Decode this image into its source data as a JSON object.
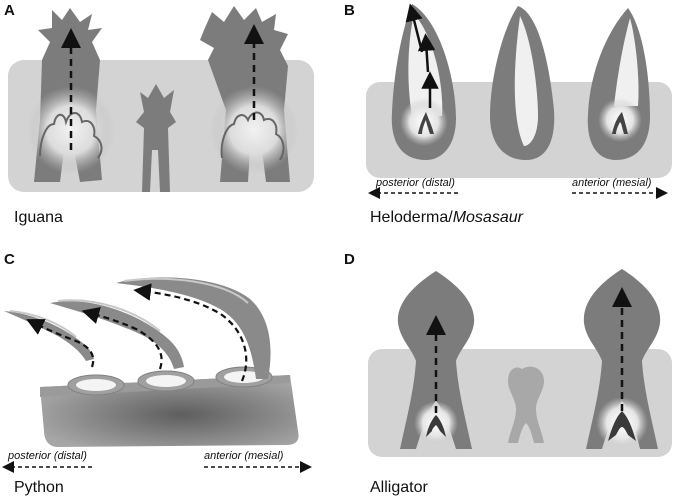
{
  "panels": [
    {
      "letter": "A",
      "species": "Iguana"
    },
    {
      "letter": "B",
      "species": "Heloderma/",
      "species_italic": "Mosasaur",
      "posterior": "posterior (distal)",
      "anterior": "anterior (mesial)"
    },
    {
      "letter": "C",
      "species": "Python",
      "posterior": "posterior (distal)",
      "anterior": "anterior (mesial)"
    },
    {
      "letter": "D",
      "species": "Alligator"
    }
  ]
}
